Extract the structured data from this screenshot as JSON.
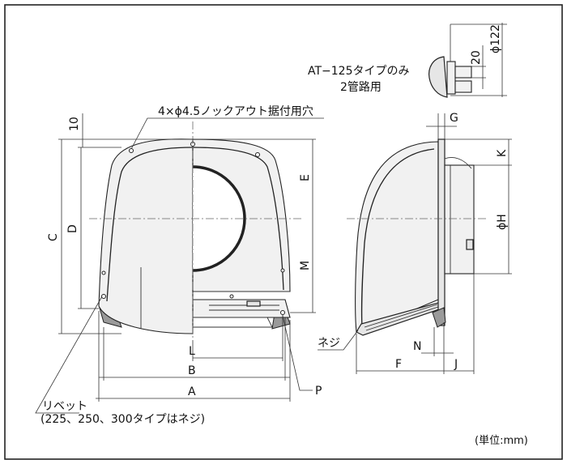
{
  "labels": {
    "knockout": "4×ϕ4.5ノックアウト据付用穴",
    "at_line1": "AT−125タイプのみ",
    "at_line2": "2管路用",
    "rivet": "リベット",
    "rivet_note": "(225、250、300タイプはネジ)",
    "screw": "ネジ",
    "unit": "(単位:mm)"
  },
  "dimensions": {
    "ten": "10",
    "C": "C",
    "D": "D",
    "E": "E",
    "M": "M",
    "L": "L",
    "B": "B",
    "A": "A",
    "P": "P",
    "G": "G",
    "K": "K",
    "phiH": "ϕH",
    "F": "F",
    "N": "N",
    "J": "J",
    "twenty": "20",
    "phi122": "ϕ122"
  }
}
